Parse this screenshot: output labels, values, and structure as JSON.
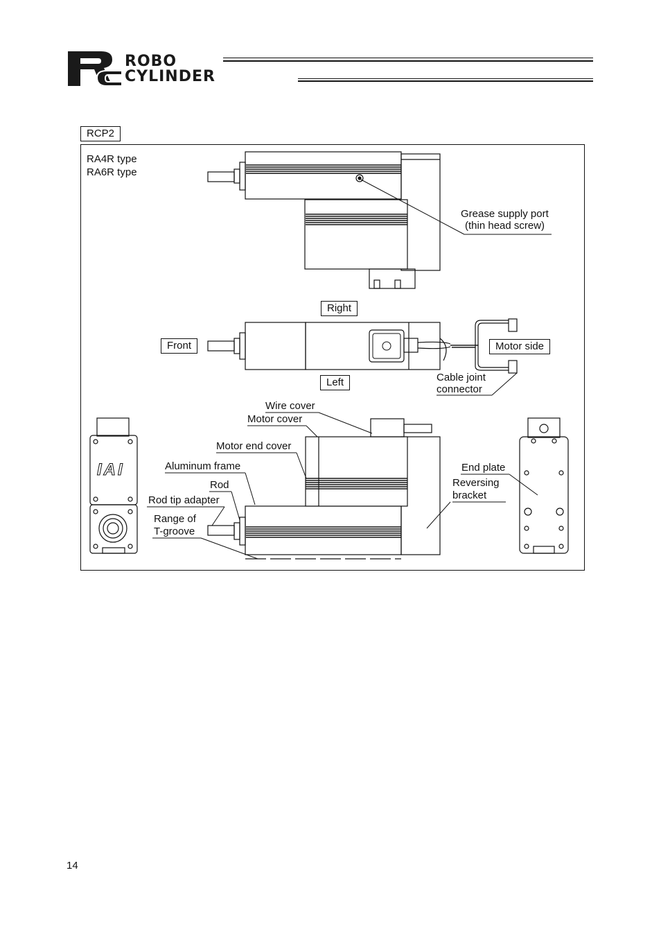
{
  "header": {
    "logo_line1": "ROBO",
    "logo_line2": "CYLINDER"
  },
  "section_tag": "RCP2",
  "types": [
    "RA4R type",
    "RA6R type"
  ],
  "views": {
    "right": "Right",
    "left": "Left",
    "front": "Front",
    "motor_side": "Motor side"
  },
  "callouts": {
    "grease_line1": "Grease supply port",
    "grease_line2": "(thin head screw)",
    "cable_line1": "Cable joint",
    "cable_line2": "connector",
    "wire_cover": "Wire cover",
    "motor_cover": "Motor cover",
    "motor_end_cover": "Motor end cover",
    "aluminum_frame": "Aluminum frame",
    "rod": "Rod",
    "rod_tip_adapter": "Rod tip adapter",
    "t_groove_line1": "Range of",
    "t_groove_line2": "T-groove",
    "end_plate": "End plate",
    "reversing_line1": "Reversing",
    "reversing_line2": "bracket"
  },
  "front_logo": "IAI",
  "page_number": "14"
}
